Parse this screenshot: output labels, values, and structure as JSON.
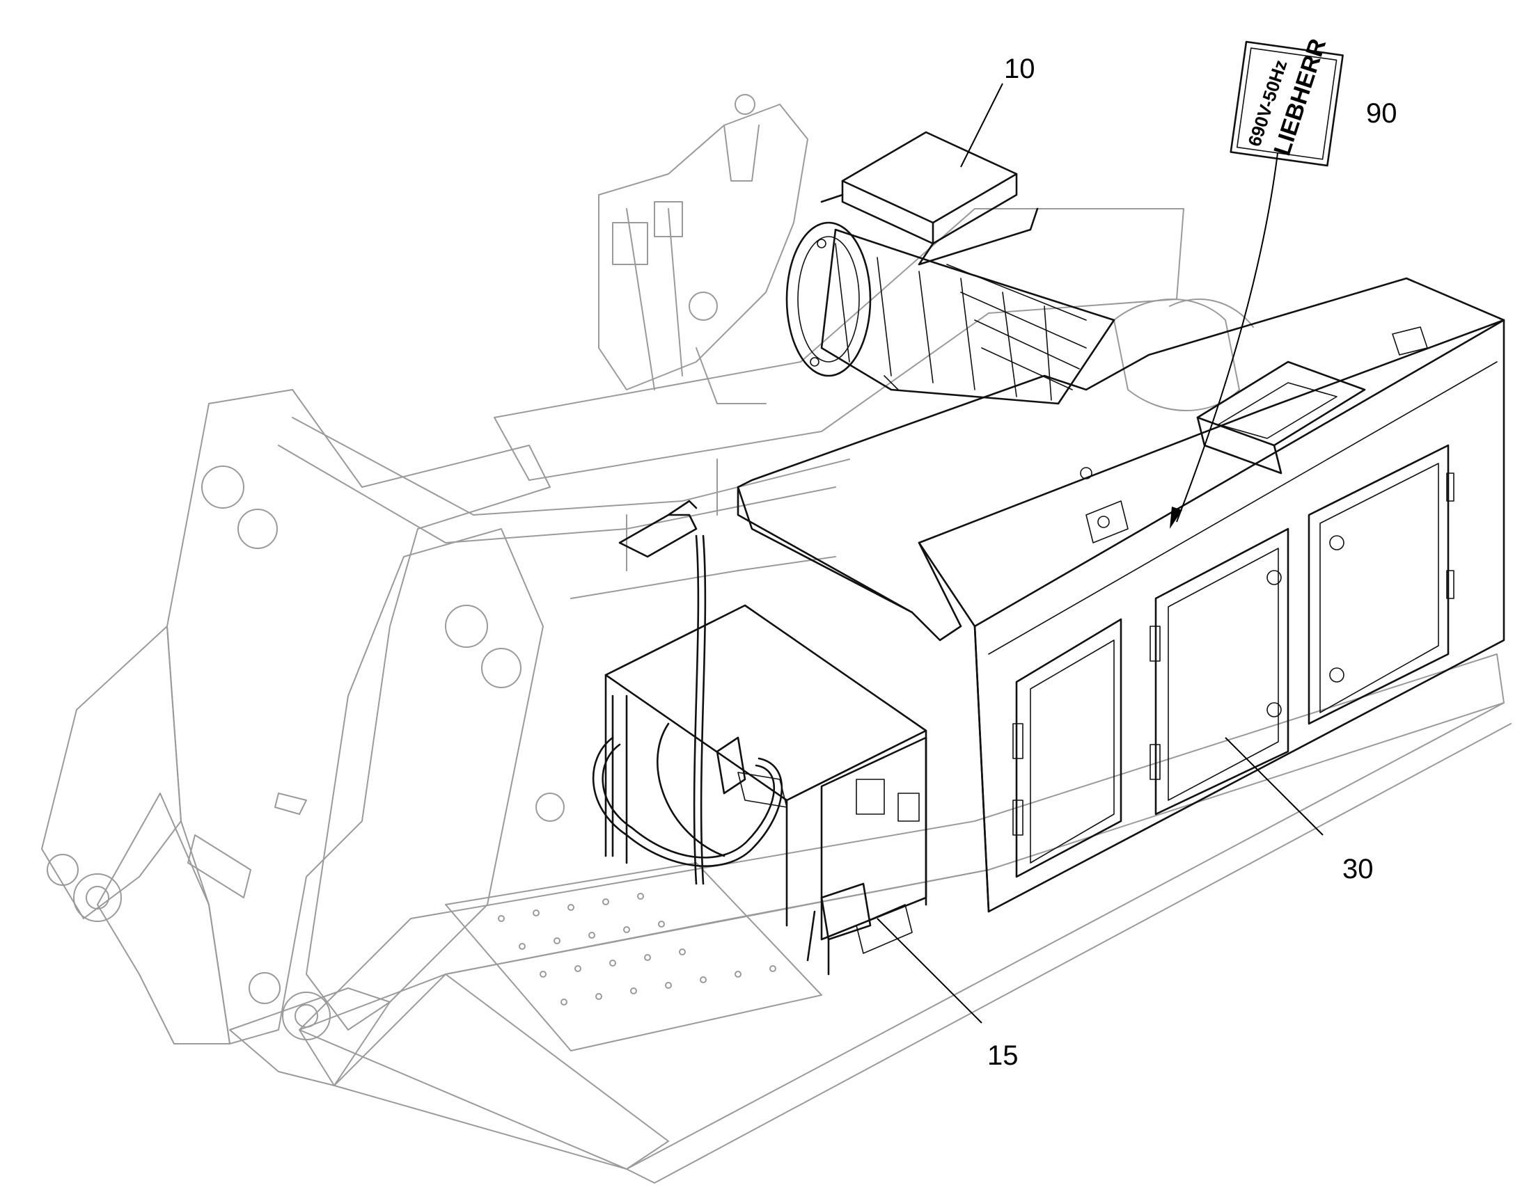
{
  "colors": {
    "ink": "#111111",
    "faint_ink": "#9a9a9a",
    "paper": "#ffffff"
  },
  "callouts": [
    {
      "id": "c10",
      "label": "10"
    },
    {
      "id": "c15",
      "label": "15"
    },
    {
      "id": "c30",
      "label": "30"
    },
    {
      "id": "c90",
      "label": "90"
    }
  ],
  "nameplate": {
    "line1": "690V-50Hz",
    "line2": "LIEBHERR"
  }
}
